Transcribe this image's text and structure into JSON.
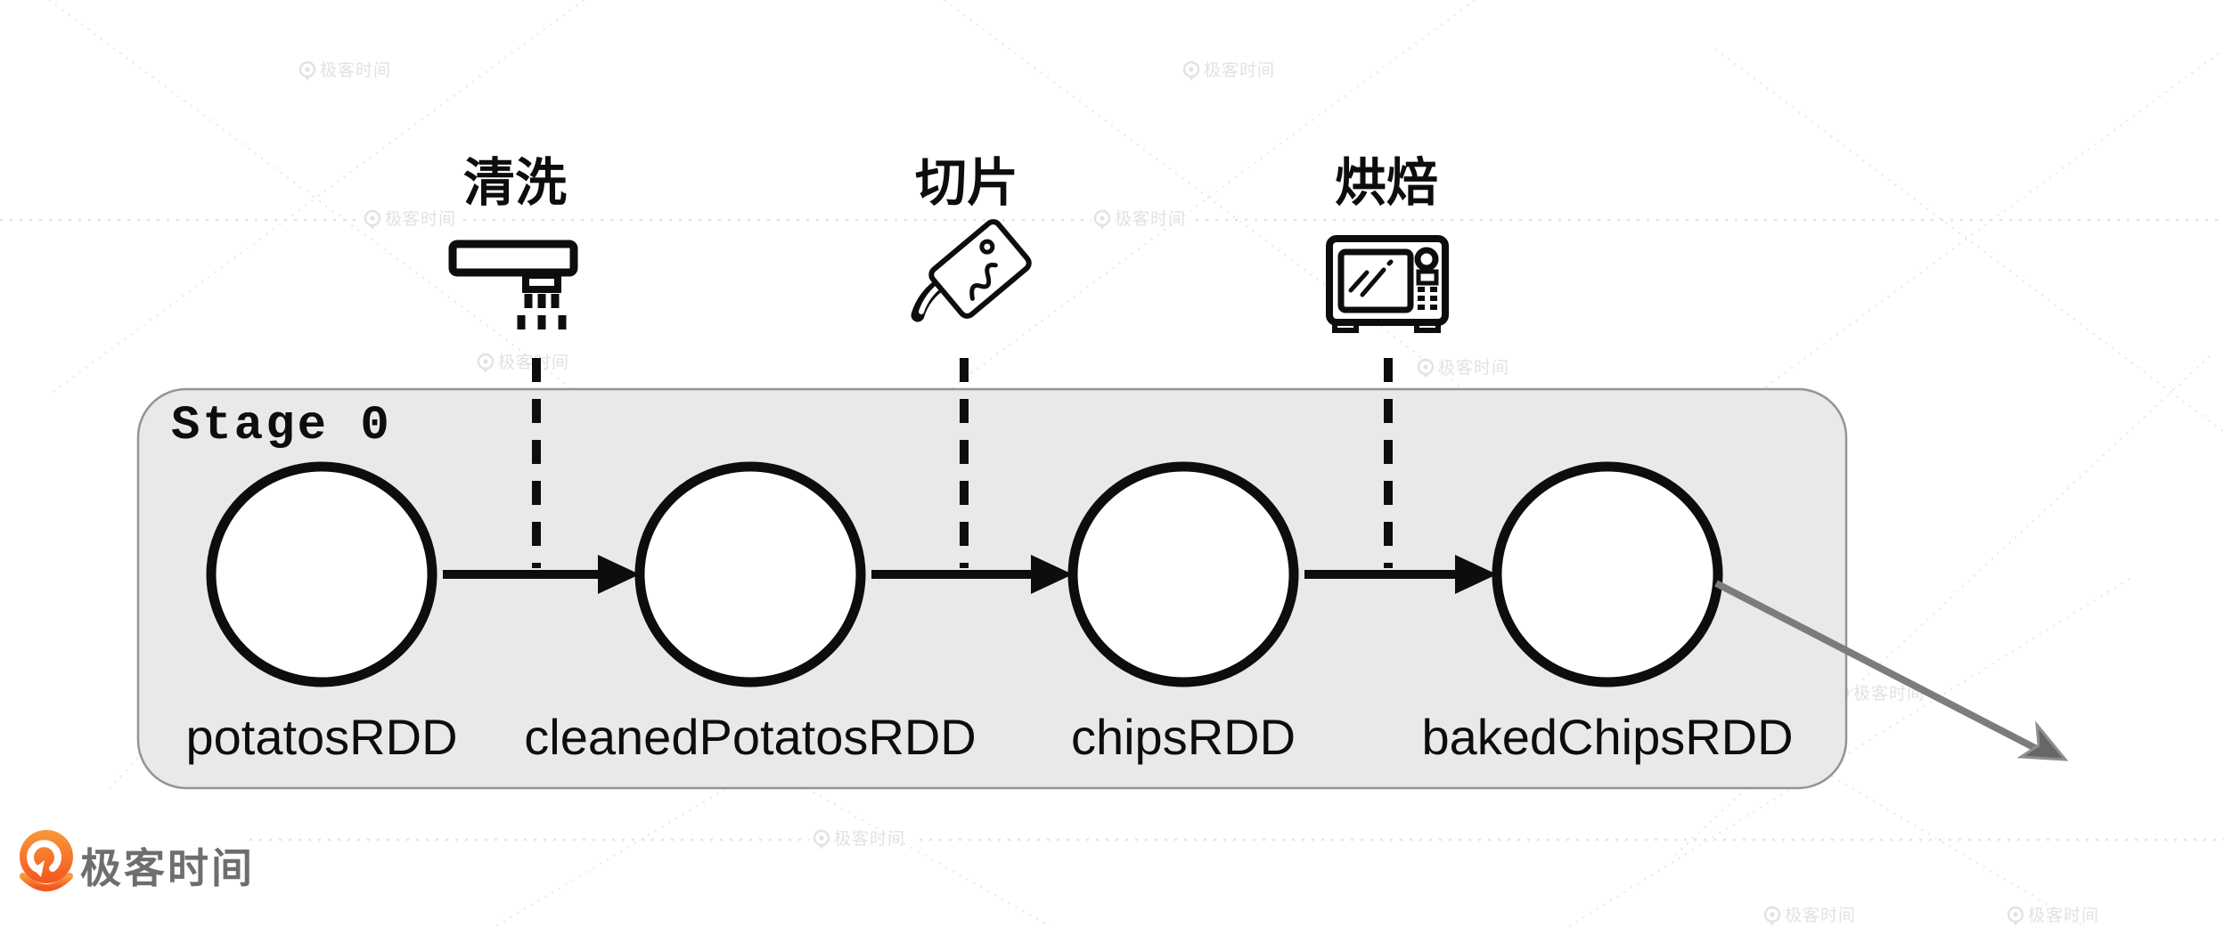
{
  "stage": {
    "label": "Stage 0"
  },
  "pipeline": {
    "operations": [
      {
        "label": "清洗",
        "icon": "shower-icon"
      },
      {
        "label": "切片",
        "icon": "cleaver-icon"
      },
      {
        "label": "烘焙",
        "icon": "microwave-icon"
      }
    ],
    "nodes": [
      {
        "label": "potatosRDD"
      },
      {
        "label": "cleanedPotatosRDD"
      },
      {
        "label": "chipsRDD"
      },
      {
        "label": "bakedChipsRDD"
      }
    ]
  },
  "watermark": {
    "label": "极客时间"
  },
  "logo": {
    "text": "极客时间"
  },
  "colors": {
    "ink": "#0d0d0d",
    "stage_fill": "#e9e9e9",
    "stage_border": "#949494",
    "node_fill": "#ffffff",
    "exit_arrow": "#7c7c7c",
    "exit_arrow_fill": "#676767",
    "exit_arrow_edge": "#8f8f8f",
    "wm": "#e2e2e2",
    "dotted": "#e4e4e4",
    "logo_orange_top": "#f9993a",
    "logo_orange_bottom": "#f4551f",
    "logo_text": "#6e6e6e"
  }
}
